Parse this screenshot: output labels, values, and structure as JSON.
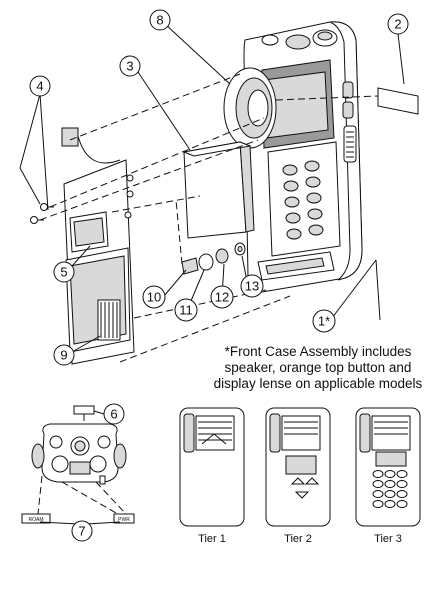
{
  "callouts": {
    "c1": "1*",
    "c2": "2",
    "c3": "3",
    "c4": "4",
    "c5": "5",
    "c6": "6",
    "c7": "7",
    "c8": "8",
    "c9": "9",
    "c10": "10",
    "c11": "11",
    "c12": "12",
    "c13": "13"
  },
  "note": {
    "line1": "*Front Case Assembly includes",
    "line2": "speaker, orange top button and",
    "line3": "display lense on applicable models"
  },
  "tiers": {
    "tier1": "Tier 1",
    "tier2": "Tier 2",
    "tier3": "Tier 3"
  },
  "top_labels": {
    "left": "ROAM",
    "right": "PWR"
  }
}
